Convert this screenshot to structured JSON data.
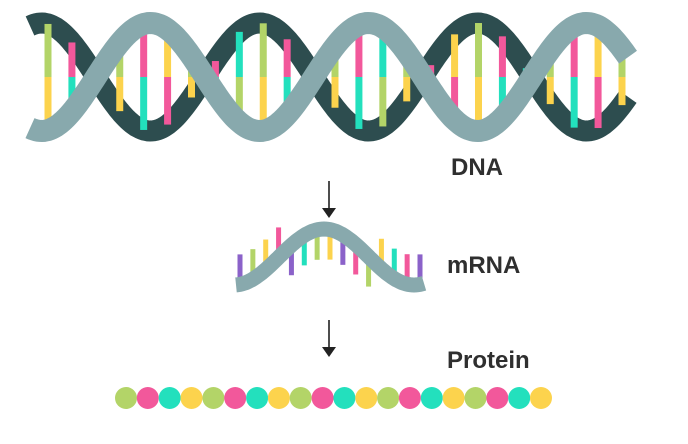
{
  "labels": {
    "dna": "DNA",
    "mrna": "mRNA",
    "protein": "Protein"
  },
  "colors": {
    "strand_light": "#88a9ad",
    "strand_dark": "#2d4d4f",
    "yellow": "#fcd34d",
    "green": "#b3d468",
    "pink": "#f2589b",
    "teal": "#23e0bd",
    "purple": "#8b62c9",
    "arrow": "#222222"
  },
  "protein_beads": [
    "green",
    "pink",
    "teal",
    "yellow",
    "green",
    "pink",
    "teal",
    "yellow",
    "green",
    "pink",
    "teal",
    "yellow",
    "green",
    "pink",
    "teal",
    "yellow",
    "green",
    "pink",
    "teal",
    "yellow"
  ],
  "dna_rungs_top": [
    "green",
    "pink",
    "teal",
    "green",
    "pink",
    "yellow",
    "green",
    "pink",
    "teal",
    "green",
    "pink",
    "yellow",
    "green",
    "pink",
    "teal",
    "green",
    "pink",
    "yellow",
    "green",
    "pink",
    "teal",
    "green",
    "pink",
    "yellow",
    "green"
  ],
  "dna_rungs_bottom": [
    "yellow",
    "teal",
    "green",
    "yellow",
    "teal",
    "pink",
    "yellow",
    "teal",
    "green",
    "yellow",
    "teal",
    "pink",
    "yellow",
    "teal",
    "green",
    "yellow",
    "teal",
    "pink",
    "yellow",
    "teal",
    "green",
    "yellow",
    "teal",
    "pink",
    "yellow"
  ],
  "mrna_rungs": [
    "purple",
    "green",
    "yellow",
    "pink",
    "purple",
    "teal",
    "green",
    "yellow",
    "purple",
    "pink",
    "green",
    "yellow",
    "teal",
    "pink",
    "purple"
  ]
}
